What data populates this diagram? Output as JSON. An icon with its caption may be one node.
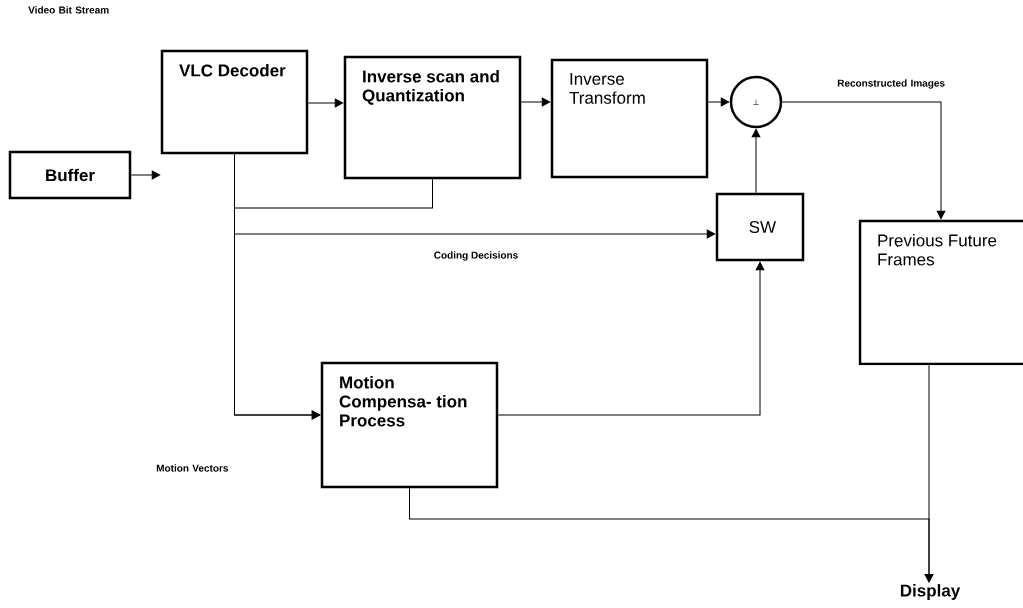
{
  "diagram": {
    "nodes": [
      {
        "text": [
          "Buffer"
        ]
      },
      {
        "text": [
          "VLC Decoder"
        ]
      },
      {
        "text": [
          "Inverse scan and Quantization"
        ]
      },
      {
        "text": [
          "Inverse Transform"
        ]
      },
      {
        "text": [
          "⊥"
        ]
      },
      {
        "text": [
          "SW"
        ]
      },
      {
        "text": [
          "Previous Future Frames"
        ]
      },
      {
        "text": [
          "Motion Compensa- tion Process"
        ]
      },
      {
        "text": [
          "Display"
        ]
      }
    ],
    "edges": [
      {
        "from": 0,
        "to": 1,
        "arrow": "to"
      },
      {
        "from": 1,
        "to": 2,
        "arrow": "to"
      },
      {
        "from": 2,
        "to": 3,
        "arrow": "to"
      },
      {
        "from": 3,
        "to": 4,
        "arrow": "to"
      },
      {
        "from": 5,
        "to": 4,
        "arrow": "to"
      },
      {
        "from": 1,
        "to": 5,
        "arrow": "to",
        "label": "Coding Decisions"
      },
      {
        "from": 2,
        "to": 7,
        "arrow": "to"
      },
      {
        "from": 1,
        "to": 7,
        "arrow": "to",
        "label": "Motion Vectors"
      },
      {
        "from": 7,
        "to": 5,
        "arrow": "to"
      },
      {
        "from": 4,
        "to": 6,
        "arrow": "to",
        "label": "Reconstructed Images"
      },
      {
        "from": 6,
        "to": 8,
        "arrow": "to"
      },
      {
        "from": 7,
        "to": 8,
        "arrow": "to"
      }
    ],
    "labels": [
      "Video Bit Stream"
    ]
  }
}
